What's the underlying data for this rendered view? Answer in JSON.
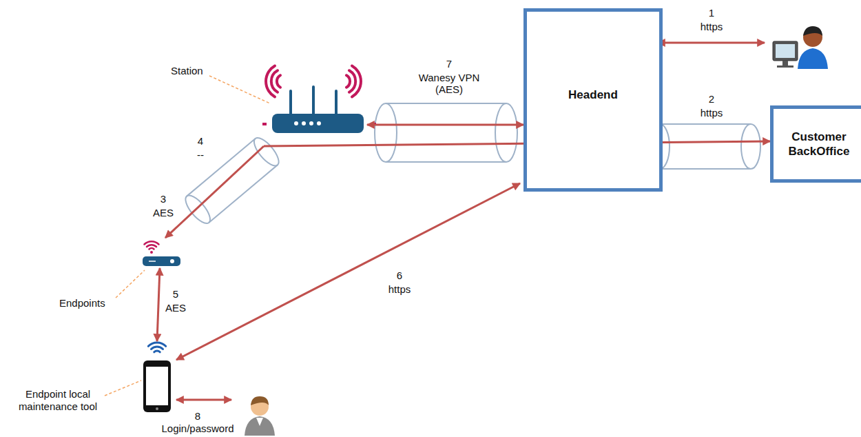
{
  "diagram": {
    "nodes": [
      {
        "text": [
          "Headend"
        ]
      },
      {
        "text": [
          "Customer BackOffice"
        ]
      },
      {
        "text": [
          "Station"
        ]
      },
      {
        "text": [
          "Endpoints"
        ]
      },
      {
        "text": [
          "Endpoint local maintenance tool"
        ]
      }
    ],
    "edges": [
      {
        "from": 2,
        "to": 0,
        "label": "Wanesy VPN (AES)",
        "arrow": "both"
      },
      {
        "from": 2,
        "to": 1,
        "label": "https",
        "arrow": "to"
      },
      {
        "from": 2,
        "to": 3,
        "label": "AES",
        "arrow": "to"
      },
      {
        "from": 3,
        "to": 4,
        "label": "AES",
        "arrow": "both"
      },
      {
        "from": 0,
        "to": 4,
        "label": "https",
        "arrow": "both"
      }
    ],
    "labels": [
      "1",
      "https",
      "2",
      "7",
      "4",
      "--",
      "3",
      "5",
      "6",
      "8",
      "Login/password"
    ]
  }
}
